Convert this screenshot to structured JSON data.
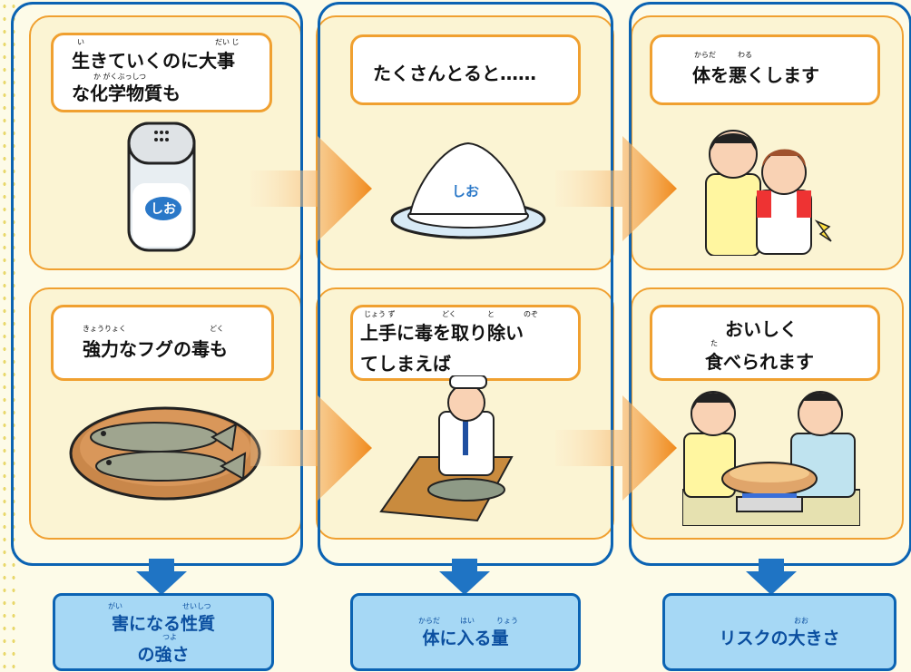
{
  "row1": {
    "bubble1": {
      "line1": "生きていくのに大事",
      "line2": "な化学物質も",
      "ruby1": "い",
      "ruby2": "だい じ",
      "ruby3": "か がくぶっしつ"
    },
    "bubble2": {
      "text": "たくさんとると……"
    },
    "bubble3": {
      "text": "体を悪くします",
      "ruby1": "からだ",
      "ruby2": "わる"
    },
    "shaker_label": "しお",
    "pile_label": "しお"
  },
  "row2": {
    "bubble1": {
      "text": "強力なフグの毒も",
      "ruby1": "きょうりょく",
      "ruby2": "どく"
    },
    "bubble2": {
      "line1": "上手に毒を取り除い",
      "line2": "てしまえば",
      "ruby1": "じょう ず",
      "ruby2": "どく",
      "ruby3": "と",
      "ruby4": "のぞ"
    },
    "bubble3": {
      "line1": "おいしく",
      "line2": "食べられます",
      "ruby1": "た"
    }
  },
  "results": {
    "r1": {
      "line1": "害になる性質",
      "line2": "の強さ",
      "ruby1": "がい",
      "ruby2": "せいしつ",
      "ruby3": "つよ"
    },
    "r2": {
      "text": "体に入る量",
      "ruby1": "からだ",
      "ruby2": "はい",
      "ruby3": "りょう"
    },
    "r3": {
      "text": "リスクの大きさ",
      "ruby1": "おお"
    }
  },
  "colors": {
    "panel_border": "#f0a030",
    "column_border": "#0b63b3",
    "result_fill": "#a6d8f5",
    "arrow": "#f08a1c"
  }
}
